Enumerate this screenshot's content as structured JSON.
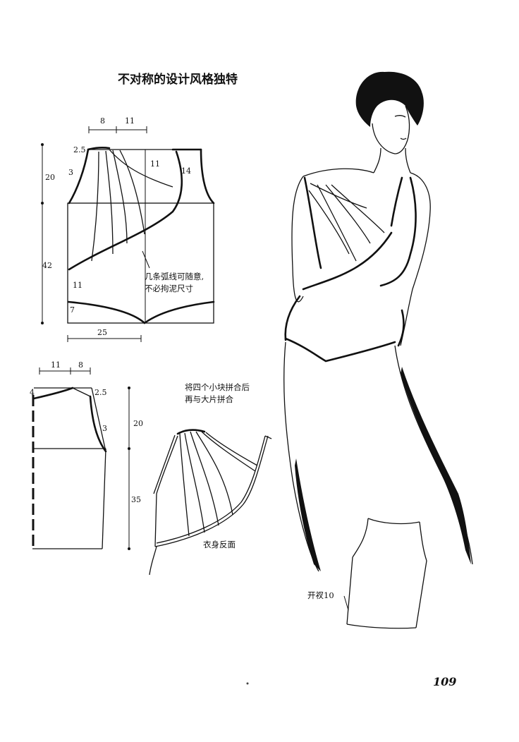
{
  "title": "不对称的设计风格独特",
  "page_number": "109",
  "front_pattern": {
    "dims": {
      "top_left": "8",
      "top_right": "11",
      "shoulder_drop": "2.5",
      "length_upper": "20",
      "armhole": "3",
      "length_total": "42",
      "drape_line": "11",
      "shoulder_right": "14",
      "side_low": "11",
      "hem_drop": "7",
      "bottom_width": "25"
    },
    "note_line1": "几条弧线可随意,",
    "note_line2": "不必拘泥尺寸"
  },
  "back_pattern": {
    "dims": {
      "top_left": "11",
      "top_right": "8",
      "neck_drop": "4",
      "shoulder_drop": "2.5",
      "armhole": "3",
      "length_upper": "20",
      "length_lower": "35"
    }
  },
  "assembly": {
    "note_line1": "将四个小块拼合后",
    "note_line2": "再与大片拼合",
    "reverse_label": "衣身反面"
  },
  "back_view": {
    "slit_label": "开衩10"
  }
}
